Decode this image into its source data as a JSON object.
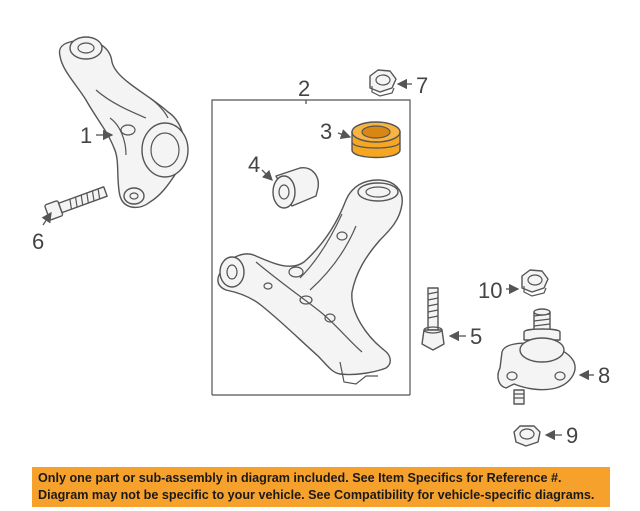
{
  "callouts": {
    "c1": "1",
    "c2": "2",
    "c3": "3",
    "c4": "4",
    "c5": "5",
    "c6": "6",
    "c7": "7",
    "c8": "8",
    "c9": "9",
    "c10": "10"
  },
  "highlight_part": "3",
  "colors": {
    "highlight_fill": "#f5a623",
    "banner_background": "#f6a12c",
    "line": "#555555"
  },
  "notice": {
    "line1": "Only one part or sub-assembly in diagram included. See Item Specifics for Reference #.",
    "line2": "Diagram may not be specific to your vehicle. See Compatibility for vehicle-specific diagrams."
  }
}
